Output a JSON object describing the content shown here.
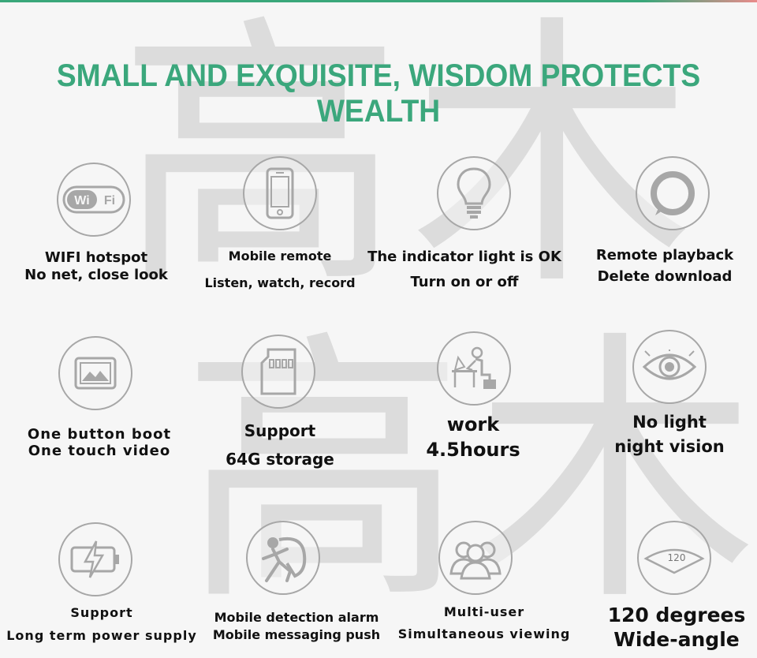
{
  "title": "SMALL AND EXQUISITE, WISDOM PROTECTS WEALTH",
  "colors": {
    "title": "#3ba77c",
    "icon": "#a7a7a7",
    "text": "#111111",
    "watermark": "#dcdcdc"
  },
  "watermark_chars": [
    "高",
    "木",
    "高",
    "木"
  ],
  "features": [
    {
      "icon": "wifi-icon",
      "badge": "WiFi",
      "line1": "WIFI hotspot",
      "line2": "No net, close look"
    },
    {
      "icon": "phone-icon",
      "line1": "Mobile remote",
      "line2": "Listen, watch, record"
    },
    {
      "icon": "bulb-icon",
      "line1": "The indicator light is OK",
      "line2": "Turn on or off"
    },
    {
      "icon": "playback-icon",
      "line1": "Remote playback",
      "line2": "Delete download"
    },
    {
      "icon": "image-icon",
      "line1": "One button boot",
      "line2": "One touch video"
    },
    {
      "icon": "sdcard-icon",
      "line1": "Support",
      "line2": "64G storage"
    },
    {
      "icon": "worker-icon",
      "line1": "work",
      "line2": "4.5hours"
    },
    {
      "icon": "eye-icon",
      "line1": "No light",
      "line2": "night vision"
    },
    {
      "icon": "battery-icon",
      "line1": "Support",
      "line2": "Long term power supply"
    },
    {
      "icon": "alarm-icon",
      "line1": "Mobile detection alarm",
      "line2": "Mobile messaging push"
    },
    {
      "icon": "users-icon",
      "line1": "Multi-user",
      "line2": "Simultaneous viewing"
    },
    {
      "icon": "wide-angle-icon",
      "badge": "120",
      "line1": "120 degrees",
      "line2": "Wide-angle"
    }
  ]
}
